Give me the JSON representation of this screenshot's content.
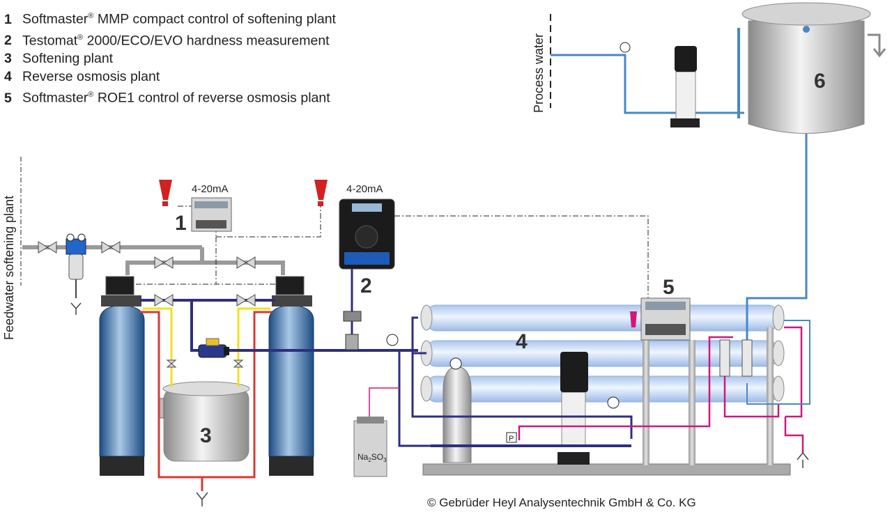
{
  "legend": [
    {
      "num": "1",
      "name": "Softmaster",
      "mark": "®",
      "rest": " MMP compact control of softening plant"
    },
    {
      "num": "2",
      "name": "Testomat",
      "mark": "®",
      "rest": " 2000/ECO/EVO hardness measurement"
    },
    {
      "num": "3",
      "name": "Softening plant",
      "mark": "",
      "rest": ""
    },
    {
      "num": "4",
      "name": "Reverse osmosis plant",
      "mark": "",
      "rest": ""
    },
    {
      "num": "5",
      "name": "Softmaster",
      "mark": "®",
      "rest": " ROE1 control of reverse osmosis plant"
    }
  ],
  "labels": {
    "feedwater": "Feedwater softening plant",
    "process_water": "Process water",
    "signal_1": "4-20mA",
    "signal_2": "4-20mA",
    "chem_base": "Na",
    "chem_sub": "2",
    "chem_tail": "SO",
    "chem_sub2": "3",
    "pressure_switch": "P",
    "copyright": "© Gebrüder Heyl Analysentechnik GmbH & Co. KG"
  },
  "markers": {
    "m1": "1",
    "m2": "2",
    "m3": "3",
    "m4": "4",
    "m5": "5",
    "m6": "6"
  },
  "colors": {
    "raw_water_pipe": "#9a9a9a",
    "soft_water_pipe": "#2e2e80",
    "brine_pipe": "#d83a32",
    "signal_pipe": "#f4e01c",
    "permeate_pipe": "#4a86c4",
    "concentrate_pipe": "#d0167e",
    "membrane": "#c9dcf4",
    "alarm": "#d32020"
  }
}
